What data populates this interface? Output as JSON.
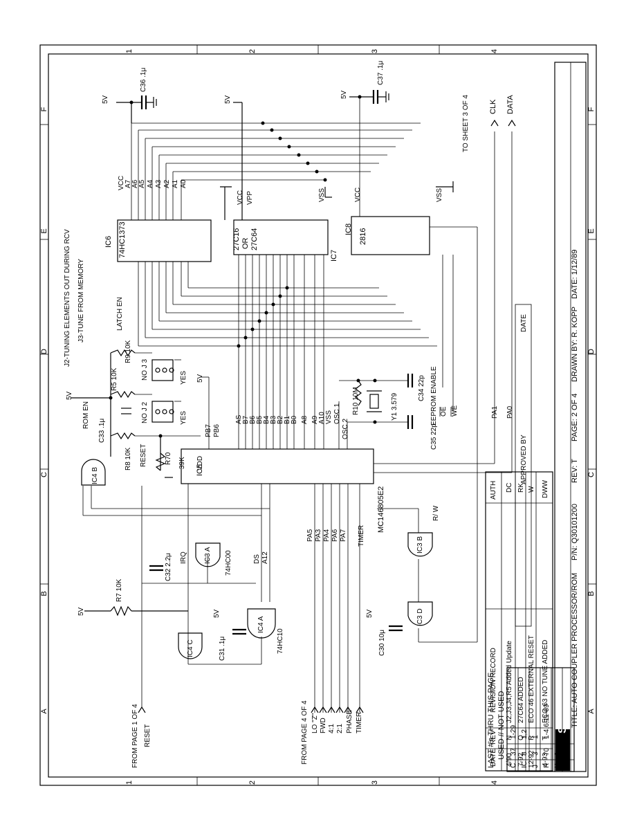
{
  "zones": {
    "numbers": [
      "1",
      "2",
      "3",
      "4"
    ],
    "letters": [
      "A",
      "B",
      "C",
      "D",
      "E",
      "F"
    ]
  },
  "title_block": {
    "logo": "SGC",
    "title": "TITLE: AUTO COUPLER PROCESSOR/ROM",
    "part_number": "P/N: Q30101200",
    "rev": "REV: T",
    "page": "PAGE: 2 OF 4",
    "drawn_by": "DRAWN BY: R. KOPP",
    "date": "DATE: 1/12/89",
    "approved_by": "APPROVED BY",
    "approved_date": "DATE"
  },
  "revision_record": {
    "headers": [
      "DATE",
      "REV",
      "REVISION RECORD",
      "AUTH"
    ],
    "rows": [
      [
        "4/90",
        "N",
        "J2,J3,J4,R5 Added Update",
        "DC"
      ],
      [
        "7-92",
        "Q",
        "27C64 ADDED",
        "RK"
      ],
      [
        "12-92",
        "R",
        "ECO 46 EXTERNAL RESET",
        "W"
      ],
      [
        "4-93",
        "T",
        "ECO 63 NO TUNE ADDED",
        "DWW"
      ]
    ]
  },
  "last_numbers": {
    "title": "LAST #'s THRU THIS PAGE",
    "subtitle": "USED // NOT USED",
    "rows": [
      [
        "C",
        "37",
        "1-29"
      ],
      [
        "IC",
        "8",
        "1,2"
      ],
      [
        "J",
        "3",
        "1"
      ],
      [
        "R",
        "70",
        "1-4,6,11-69"
      ],
      [
        "Y",
        "1",
        ""
      ]
    ]
  },
  "ics": {
    "ic5": {
      "ref": "IC5",
      "part": "MC146805E2"
    },
    "ic6": {
      "ref": "IC6",
      "part": "74HC1373"
    },
    "ic7": {
      "ref": "IC7",
      "part_a": "27C16",
      "or": "OR",
      "part_b": "27C64"
    },
    "ic8": {
      "ref": "IC8",
      "part": "2816"
    },
    "ic3a": {
      "ref": "IC3 A",
      "part": "74HC00"
    },
    "ic3b": {
      "ref": "IC3 B"
    },
    "ic3d": {
      "ref": "IC3 D"
    },
    "ic4a": {
      "ref": "IC4 A",
      "part": "74HC10"
    },
    "ic4b": {
      "ref": "IC4 B"
    },
    "ic4c": {
      "ref": "IC4 C"
    }
  },
  "components": {
    "c36": "C36 .1μ",
    "c37": "C37 .1μ",
    "c33": "C33 .1μ",
    "c32": "C32 2.2μ",
    "c31": "C31 .1μ",
    "c30": "C30 10μ",
    "c34": "C34 22p",
    "c35": "C35 22p",
    "y1": "Y1 3.579",
    "r10": "R10 10M",
    "r5": "R5 10K",
    "r9": "R9 10K",
    "r8": "R8 10K",
    "r70": "R70",
    "r70_val": "39K",
    "r7": "R7 10K",
    "j2": "NO J 2",
    "j3": "NO J 3",
    "yes": "YES"
  },
  "power": {
    "v5": "5V",
    "vcc": "VCC",
    "vss": "VSS",
    "vpp": "VPP",
    "vdd": "VDD"
  },
  "signals": {
    "rom_en": "ROM EN",
    "reset": "RESET",
    "latch_en": "LATCH EN",
    "irq": "IRQ",
    "ds": "DS",
    "a12": "A12",
    "rw": "R/ W",
    "timer": "TIMER",
    "as": "AS",
    "eeprom_enable": "EEPROM ENABLE",
    "oe": "OE",
    "we": "WE",
    "pa1": "PA1",
    "pa0": "PA0",
    "pb7": "PB7",
    "pb6": "PB6",
    "osc1": "OSC 1",
    "osc2": "OSC 2",
    "clk": "CLK",
    "data": "DATA",
    "to_sheet3": "TO SHEET 3 OF 4",
    "from_page1": "FROM PAGE 1 OF 4",
    "from_page4": "FROM PAGE 4 OF 4",
    "reset_in": "RESET",
    "j2_note": "J2-TUNING ELEMENTS OUT DURING RCV",
    "j3_note": "J3-TUNE FROM MEMORY",
    "lo_z": "LO \"Z\"",
    "fwd": "FWD",
    "r41": "4:1",
    "r21": "2:1",
    "phase": "PHASE",
    "timer_in": "TIMER",
    "pa_ports": [
      "PA5",
      "PA3",
      "PA4",
      "PA6",
      "PA7"
    ],
    "ic5_bus": [
      "B7",
      "B6",
      "B5",
      "B4",
      "B3",
      "B2",
      "B1",
      "B0",
      "A8",
      "A9",
      "A10"
    ],
    "ic6_addr": [
      "A7",
      "A6",
      "A5",
      "A4",
      "A3",
      "A2",
      "A1",
      "A0"
    ]
  }
}
